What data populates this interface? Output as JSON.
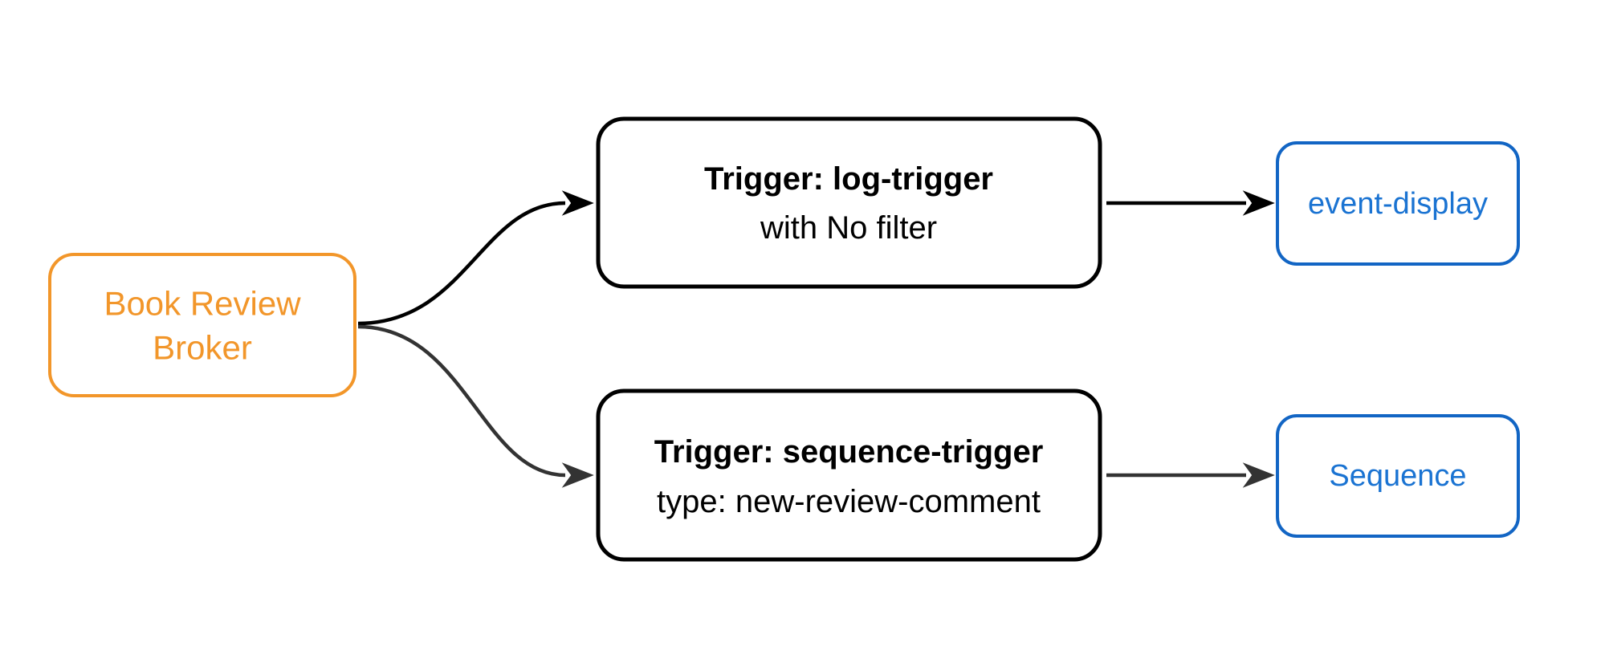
{
  "diagram": {
    "type": "flowchart",
    "direction": "left-to-right",
    "colors": {
      "background": "#ffffff",
      "broker_accent": "#f2962a",
      "trigger_border": "#000000",
      "trigger_text": "#000000",
      "service_border": "#1265c4",
      "service_text": "#1a73d2",
      "edge_black": "#000000",
      "edge_gray": "#333333"
    },
    "nodes": {
      "broker": {
        "line1": "Book Review",
        "line2": "Broker"
      },
      "trigger_log": {
        "title": "Trigger: log-trigger",
        "subtitle": "with No filter"
      },
      "trigger_sequence": {
        "title": "Trigger: sequence-trigger",
        "subtitle": "type: new-review-comment"
      },
      "event_display": {
        "label": "event-display"
      },
      "sequence": {
        "label": "Sequence"
      }
    },
    "edges": [
      {
        "from": "broker",
        "to": "trigger_log"
      },
      {
        "from": "trigger_log",
        "to": "event_display"
      },
      {
        "from": "broker",
        "to": "trigger_sequence"
      },
      {
        "from": "trigger_sequence",
        "to": "sequence"
      }
    ]
  }
}
